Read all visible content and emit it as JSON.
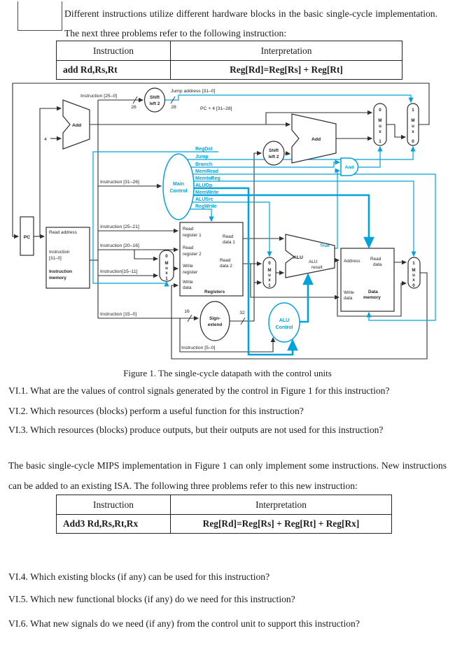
{
  "page": {
    "intro": "Different instructions utilize different hardware blocks in the basic single-cycle implementation. The next three problems refer to the following instruction:",
    "caption": "Figure 1. The single-cycle datapath with the control units",
    "para2": "The basic single-cycle MIPS implementation in Figure 1 can only implement some instructions. New instructions can be added to an existing ISA. The following three problems refer to this new instruction:",
    "questions1": [
      "VI.1. What are the values of control signals generated by the control in Figure 1 for this instruction?",
      "VI.2. Which resources (blocks) perform a useful function for this instruction?",
      "VI.3. Which resources (blocks) produce outputs, but their outputs are not used for this instruction?"
    ],
    "questions2": [
      "VI.4. Which existing blocks (if any) can be used for this instruction?",
      "VI.5. Which new functional blocks (if any) do we need for this instruction?",
      "VI.6. What new signals do we need (if any) from the control unit to support this instruction?"
    ]
  },
  "table1": {
    "headers": [
      "Instruction",
      "Interpretation"
    ],
    "rows": [
      [
        "add Rd,Rs,Rt",
        "Reg[Rd]=Reg[Rs] + Reg[Rt]"
      ]
    ]
  },
  "table2": {
    "headers": [
      "Instruction",
      "Interpretation"
    ],
    "rows": [
      [
        "Add3 Rd,Rs,Rt,Rx",
        "Reg[Rd]=Reg[Rs] + Reg[Rt] + Reg[Rx]"
      ]
    ]
  },
  "diagram": {
    "colors": {
      "control_accent": "#00A3DA",
      "wire": "#2e2e2e"
    },
    "labels": {
      "instr_25_0": "Instruction [25–0]",
      "jump_address": "Jump address [31–0]",
      "pc_plus_4": "PC + 4 [31–28]",
      "n26": "26",
      "n28": "28",
      "n16": "16",
      "n32": "32",
      "n4": "4",
      "shift": "Shift",
      "left2": "left 2",
      "add": "Add",
      "m": "M",
      "u": "u",
      "x": "x",
      "zero": "0",
      "one": "1",
      "main": "Main",
      "control": "Control",
      "regdst": "RegDst",
      "jump": "Jump",
      "branch": "Branch",
      "memread": "MemRead",
      "memtoreg": "MemtoReg",
      "aluop": "ALUOp",
      "memwrite": "MemWrite",
      "alusrc": "ALUSrc",
      "regwrite": "RegWrite",
      "and": "And",
      "true": "True",
      "instr_31_26": "Instruction [31–26]",
      "instr_25_21": "Instruction [25–21]",
      "instr_20_16": "Instruction [20–16]",
      "instr_15_11": "Instruction[15–11]",
      "instr_15_0": "Instruction [15–0]",
      "instr_5_0": "Instruction [5–0]",
      "pc": "PC",
      "read_address": "Read address",
      "instruction": "Instruction",
      "range_31_0": "[31–0]",
      "memory": "memory",
      "read": "Read",
      "register1": "register 1",
      "register2": "register 2",
      "data1": "data 1",
      "data2": "data 2",
      "write": "Write",
      "register": "register",
      "data": "data",
      "registers": "Registers",
      "alu": "ALU",
      "result": "result",
      "address": "Address",
      "data_cap": "Data",
      "sign": "Sign-",
      "extend": "extend"
    }
  }
}
